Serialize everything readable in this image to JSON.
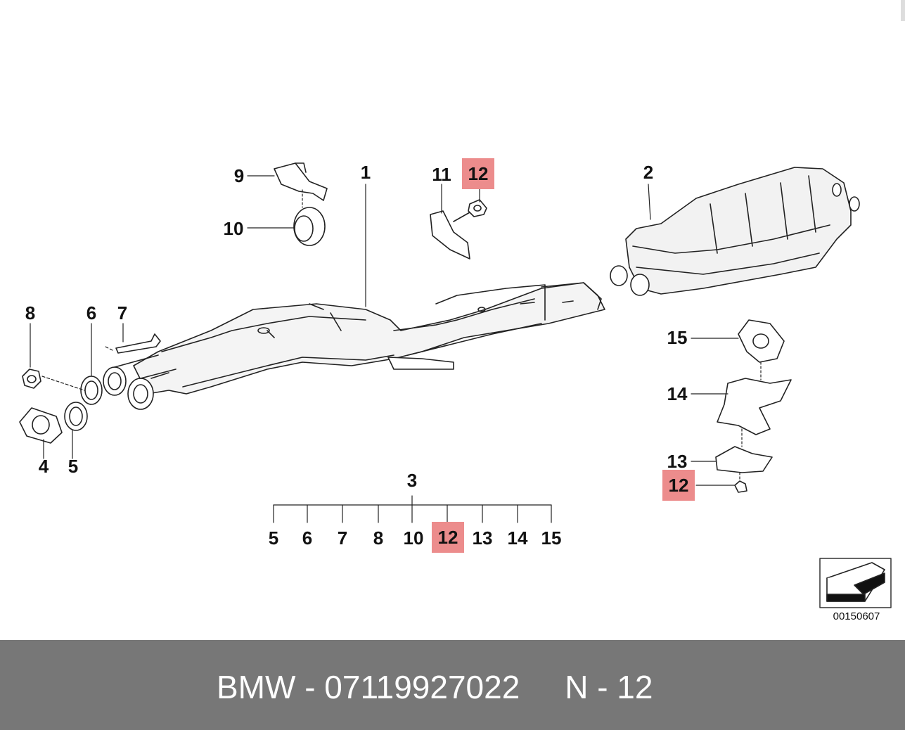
{
  "diagram": {
    "labels": [
      {
        "id": "p1",
        "text": "1"
      },
      {
        "id": "p2",
        "text": "2"
      },
      {
        "id": "p3",
        "text": "3"
      },
      {
        "id": "p4",
        "text": "4"
      },
      {
        "id": "p5",
        "text": "5"
      },
      {
        "id": "p6",
        "text": "6"
      },
      {
        "id": "p7",
        "text": "7"
      },
      {
        "id": "p8",
        "text": "8"
      },
      {
        "id": "p9",
        "text": "9"
      },
      {
        "id": "p10",
        "text": "10"
      },
      {
        "id": "p11",
        "text": "11"
      },
      {
        "id": "p12a",
        "text": "12",
        "highlight": true
      },
      {
        "id": "p13",
        "text": "13"
      },
      {
        "id": "p14",
        "text": "14"
      },
      {
        "id": "p15",
        "text": "15"
      },
      {
        "id": "p12b",
        "text": "12",
        "highlight": true
      }
    ],
    "kit_row": [
      "5",
      "6",
      "7",
      "8",
      "10",
      "12",
      "13",
      "14",
      "15"
    ],
    "kit_highlight": "12",
    "ref_code": "00150607",
    "highlight_color": "#ec8c8c"
  },
  "footer": {
    "text": "BMW - 07119927022     N - 12",
    "background": "#777777"
  }
}
